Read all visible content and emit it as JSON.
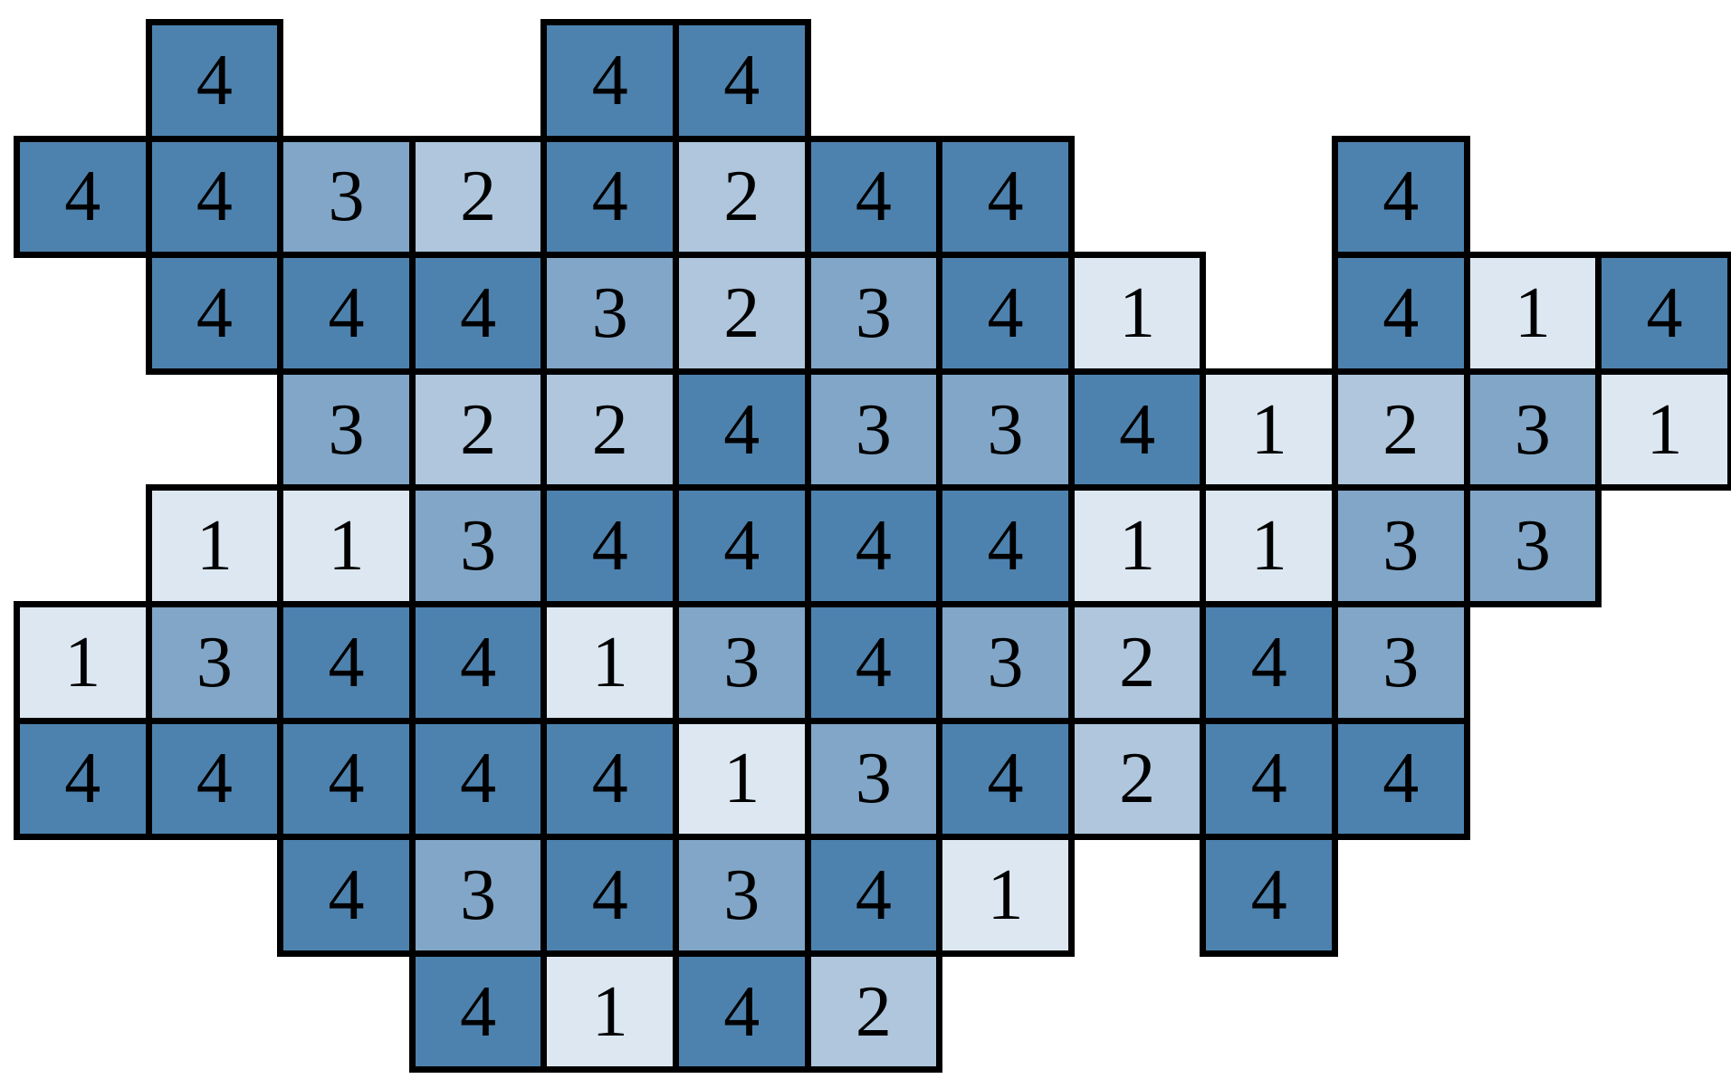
{
  "board": {
    "description": "color-by-number puzzle grid",
    "background": "#ffffff",
    "border_color": "#000000",
    "text_color": "#000000"
  },
  "palette": {
    "1": "#dce7f1",
    "2": "#afc6dd",
    "3": "#81a6c7",
    "4": "#4d82ae"
  },
  "grid": {
    "rows": 9,
    "columns": 13,
    "cells": [
      [
        0,
        1,
        4
      ],
      [
        0,
        4,
        4
      ],
      [
        0,
        5,
        4
      ],
      [
        1,
        0,
        4
      ],
      [
        1,
        1,
        4
      ],
      [
        1,
        2,
        3
      ],
      [
        1,
        3,
        2
      ],
      [
        1,
        4,
        4
      ],
      [
        1,
        5,
        2
      ],
      [
        1,
        6,
        4
      ],
      [
        1,
        7,
        4
      ],
      [
        1,
        10,
        4
      ],
      [
        2,
        1,
        4
      ],
      [
        2,
        2,
        4
      ],
      [
        2,
        3,
        4
      ],
      [
        2,
        4,
        3
      ],
      [
        2,
        5,
        2
      ],
      [
        2,
        6,
        3
      ],
      [
        2,
        7,
        4
      ],
      [
        2,
        8,
        1
      ],
      [
        2,
        10,
        4
      ],
      [
        2,
        11,
        1
      ],
      [
        2,
        12,
        4
      ],
      [
        3,
        2,
        3
      ],
      [
        3,
        3,
        2
      ],
      [
        3,
        4,
        2
      ],
      [
        3,
        5,
        4
      ],
      [
        3,
        6,
        3
      ],
      [
        3,
        7,
        3
      ],
      [
        3,
        8,
        4
      ],
      [
        3,
        9,
        1
      ],
      [
        3,
        10,
        2
      ],
      [
        3,
        11,
        3
      ],
      [
        3,
        12,
        1
      ],
      [
        4,
        1,
        1
      ],
      [
        4,
        2,
        1
      ],
      [
        4,
        3,
        3
      ],
      [
        4,
        4,
        4
      ],
      [
        4,
        5,
        4
      ],
      [
        4,
        6,
        4
      ],
      [
        4,
        7,
        4
      ],
      [
        4,
        8,
        1
      ],
      [
        4,
        9,
        1
      ],
      [
        4,
        10,
        3
      ],
      [
        4,
        11,
        3
      ],
      [
        5,
        0,
        1
      ],
      [
        5,
        1,
        3
      ],
      [
        5,
        2,
        4
      ],
      [
        5,
        3,
        4
      ],
      [
        5,
        4,
        1
      ],
      [
        5,
        5,
        3
      ],
      [
        5,
        6,
        4
      ],
      [
        5,
        7,
        3
      ],
      [
        5,
        8,
        2
      ],
      [
        5,
        9,
        4
      ],
      [
        5,
        10,
        3
      ],
      [
        6,
        0,
        4
      ],
      [
        6,
        1,
        4
      ],
      [
        6,
        2,
        4
      ],
      [
        6,
        3,
        4
      ],
      [
        6,
        4,
        4
      ],
      [
        6,
        5,
        1
      ],
      [
        6,
        6,
        3
      ],
      [
        6,
        7,
        4
      ],
      [
        6,
        8,
        2
      ],
      [
        6,
        9,
        4
      ],
      [
        6,
        10,
        4
      ],
      [
        7,
        2,
        4
      ],
      [
        7,
        3,
        3
      ],
      [
        7,
        4,
        4
      ],
      [
        7,
        5,
        3
      ],
      [
        7,
        6,
        4
      ],
      [
        7,
        7,
        1
      ],
      [
        7,
        9,
        4
      ],
      [
        8,
        3,
        4
      ],
      [
        8,
        4,
        1
      ],
      [
        8,
        5,
        4
      ],
      [
        8,
        6,
        2
      ]
    ]
  }
}
